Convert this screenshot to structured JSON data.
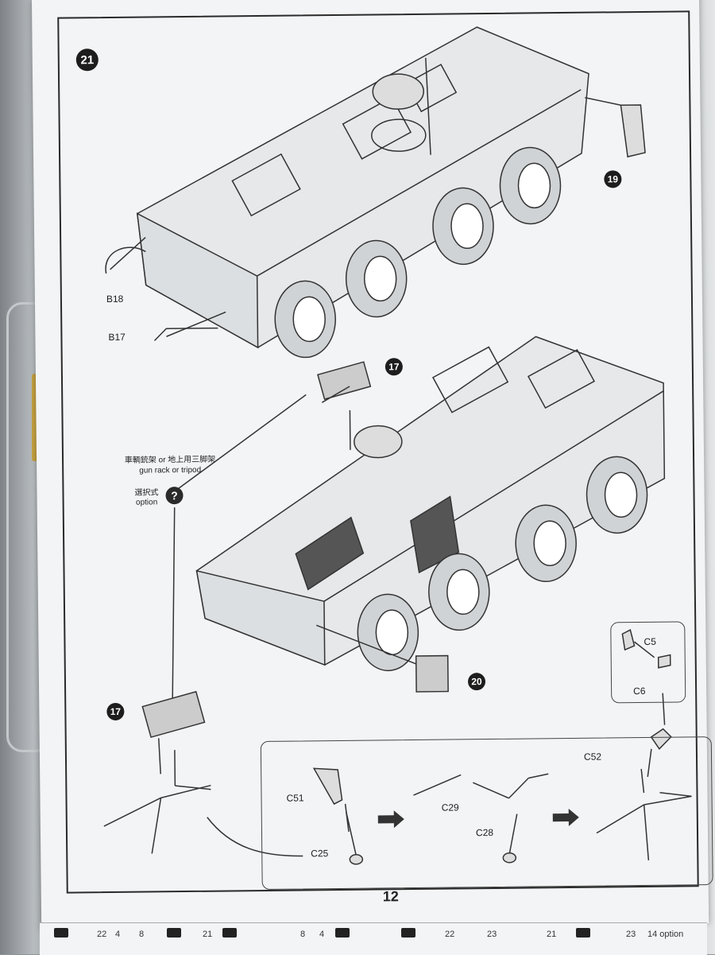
{
  "step": {
    "number": "21"
  },
  "callouts": {
    "c19": "19",
    "c17_top": "17",
    "c17_bottom": "17",
    "c20": "20"
  },
  "part_labels": {
    "b18": "B18",
    "b17": "B17",
    "c5": "C5",
    "c6": "C6",
    "c51": "C51",
    "c25": "C25",
    "c29": "C29",
    "c28": "C28",
    "c52": "C52"
  },
  "option_note": {
    "japanese": "車輌銃架 or 地上用三脚架",
    "english": "gun rack or tripod",
    "option_jp": "選択式",
    "option_en": "option",
    "icon": "?"
  },
  "page_number": "12",
  "bottom_strip": [
    "22",
    "4",
    "8",
    "21",
    "8",
    "4",
    "22",
    "23",
    "21",
    "23",
    "14 option"
  ]
}
